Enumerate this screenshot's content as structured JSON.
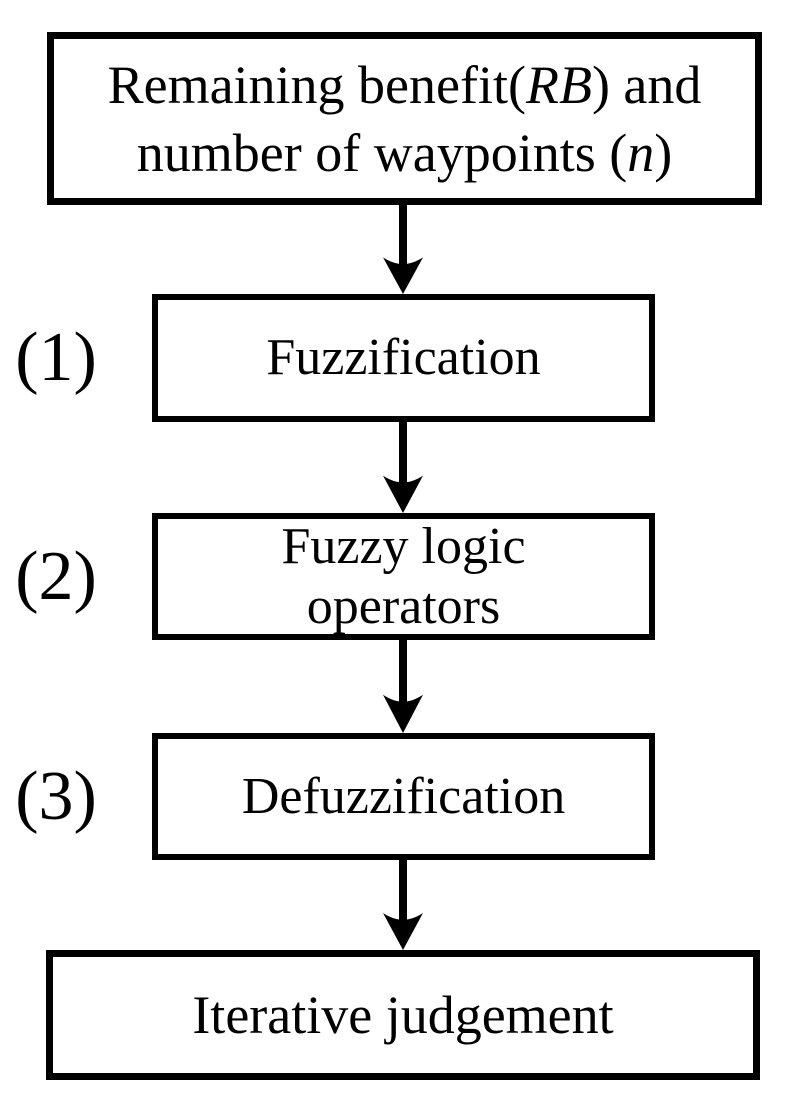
{
  "figure": {
    "type": "flowchart",
    "background_color": "#ffffff",
    "line_color": "#000000",
    "arrow_icon": "down-arrow"
  },
  "flow": {
    "input_box": {
      "line1": {
        "pre": "Remaining benefit(",
        "var": "RB",
        "post": ") and"
      },
      "line2": {
        "pre": "number of waypoints (",
        "var": "n",
        "post": ")"
      }
    },
    "steps": [
      {
        "number": "(1)",
        "lines": [
          "Fuzzification",
          ""
        ]
      },
      {
        "number": "(2)",
        "lines": [
          "Fuzzy logic",
          "operators"
        ]
      },
      {
        "number": "(3)",
        "lines": [
          "Defuzzification",
          ""
        ]
      }
    ],
    "output_box": {
      "label": "Iterative judgement"
    }
  }
}
